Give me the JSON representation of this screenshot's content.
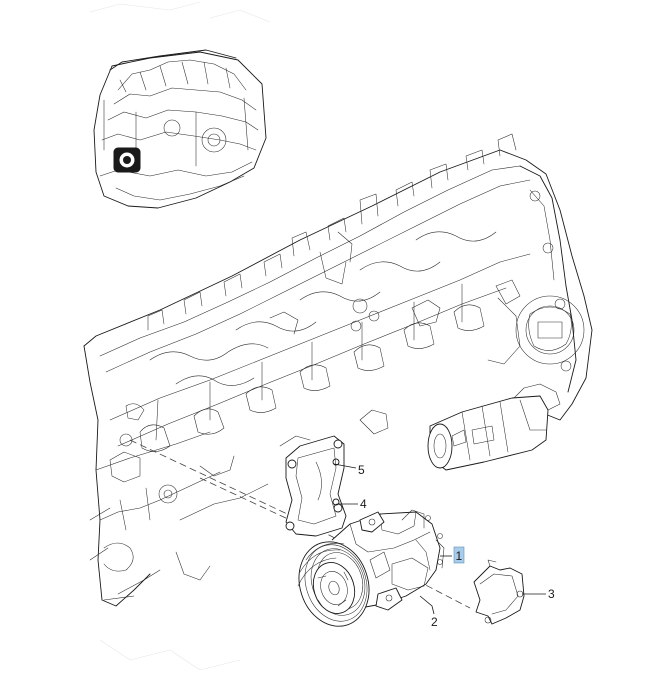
{
  "diagram": {
    "callouts": [
      {
        "id": "1",
        "label": "1",
        "highlighted": true
      },
      {
        "id": "2",
        "label": "2",
        "highlighted": false
      },
      {
        "id": "3",
        "label": "3",
        "highlighted": false
      },
      {
        "id": "4",
        "label": "4",
        "highlighted": false
      },
      {
        "id": "5",
        "label": "5",
        "highlighted": false
      }
    ],
    "highlight_color": "#a9cde9"
  }
}
